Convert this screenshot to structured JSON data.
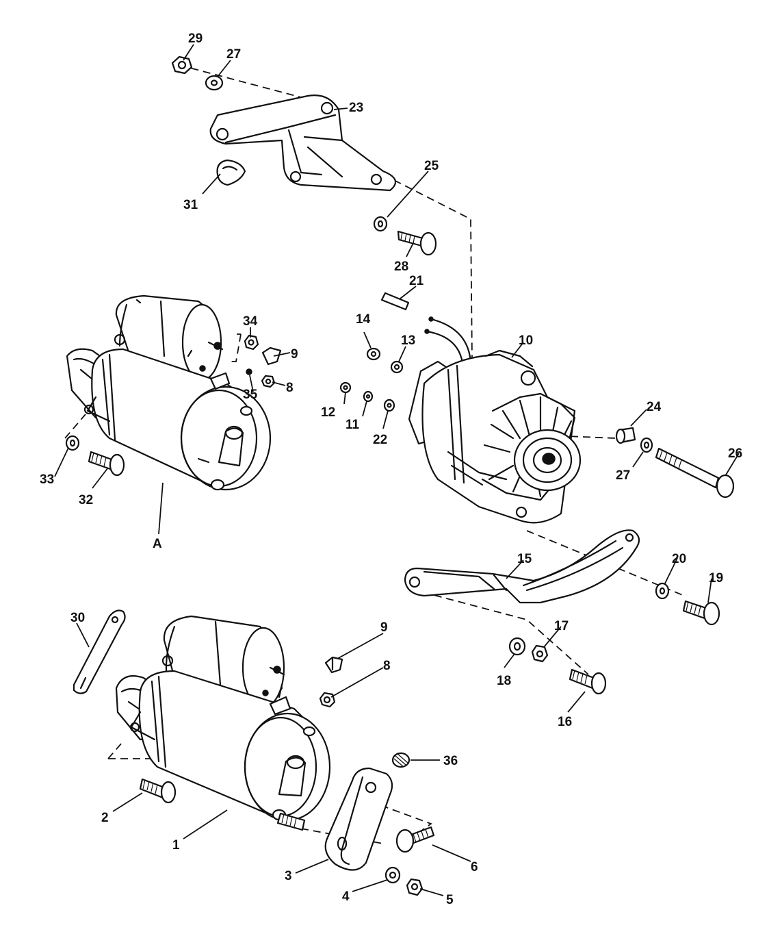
{
  "callouts": {
    "c1": "1",
    "c2": "2",
    "c3": "3",
    "c4": "4",
    "c5": "5",
    "c6": "6",
    "c8a": "8",
    "c8b": "8",
    "c9a": "9",
    "c9b": "9",
    "c10": "10",
    "c11": "11",
    "c12": "12",
    "c13": "13",
    "c14": "14",
    "c15": "15",
    "c16": "16",
    "c17": "17",
    "c18": "18",
    "c19": "19",
    "c20": "20",
    "c21": "21",
    "c22": "22",
    "c23": "23",
    "c24": "24",
    "c25": "25",
    "c26": "26",
    "c27a": "27",
    "c27b": "27",
    "c28": "28",
    "c29": "29",
    "c30": "30",
    "c31": "31",
    "c32": "32",
    "c33": "33",
    "c34": "34",
    "c35": "35",
    "c36": "36",
    "cA": "A"
  }
}
